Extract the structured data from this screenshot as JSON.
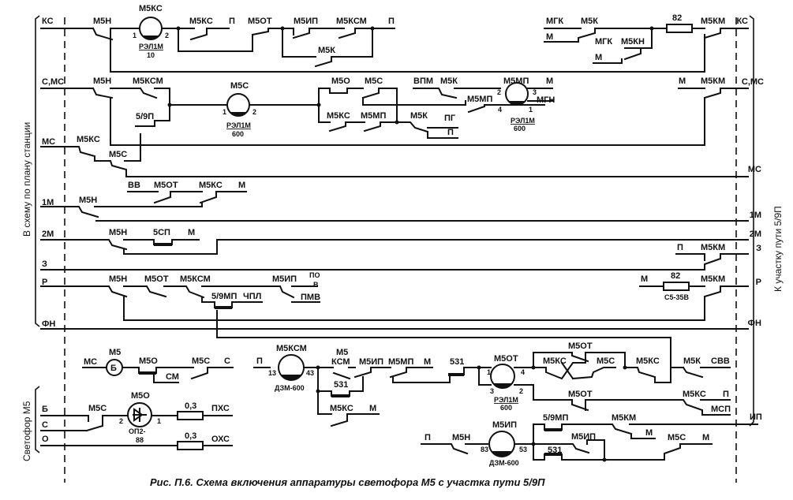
{
  "caption": "Рис. П.6. Схема включения аппаратуры светофора М5 с участка пути 5/9П",
  "side_left": "В схему по плану станции",
  "side_right": "К участку пути 5/9П",
  "side_signal": "Светофор М5",
  "buses_left": [
    "КС",
    "С,МС",
    "МС",
    "1М",
    "2М",
    "З",
    "Р",
    "ФН"
  ],
  "buses_right": [
    "КС",
    "С,МС",
    "МС",
    "1М",
    "2М",
    "З",
    "Р",
    "ФН"
  ],
  "signal_wires": [
    "Б",
    "С",
    "О"
  ],
  "ip_label": "ИП",
  "row1": {
    "m5h": "М5Н",
    "coil": "М5КС",
    "pin1": "1",
    "pin2": "2",
    "type": "РЭЛ1М",
    "res": "10",
    "m5ks": "М5КС",
    "p1": "П",
    "m5ot": "М5ОТ",
    "m5ip": "М5ИП",
    "m5ksm": "М5КСМ",
    "p2": "П",
    "m5k": "М5К",
    "mgk1": "МГК",
    "m1": "М",
    "m5k2": "М5К",
    "mgk2": "МГК",
    "m2": "М",
    "m5kn": "М5КН",
    "r82": "82",
    "m5km": "М5КМ"
  },
  "row2": {
    "m5h": "М5Н",
    "m5ksm": "М5КСМ",
    "p59": "5/9П",
    "coil": "М5С",
    "pin1": "1",
    "pin2": "2",
    "type": "РЭЛ1М",
    "res": "600",
    "m5o": "М5О",
    "m5s": "М5С",
    "m5ks": "М5КС",
    "m5mp": "М5МП",
    "vpm": "ВПМ",
    "m5k": "М5К",
    "m5mp2": "М5МП",
    "m5k2": "М5К",
    "pg": "ПГ",
    "p": "П",
    "coil2": "М5МП",
    "c2": "2",
    "c3": "3",
    "c4": "4",
    "c1": "1",
    "m": "М",
    "mgn": "МГН",
    "type2": "РЭЛ1М",
    "res2": "600",
    "m_r": "М",
    "m5km": "М5КМ"
  },
  "row3": {
    "m5ks": "М5КС",
    "m5s": "М5С"
  },
  "row4": {
    "vv": "ВВ",
    "m5ot": "М5ОТ",
    "m5ks": "М5КС",
    "m": "М",
    "m5h": "М5Н"
  },
  "row5": {
    "m5h": "М5Н",
    "csp": "5СП",
    "m": "М"
  },
  "row6": {
    "p": "П",
    "m5km": "М5КМ"
  },
  "row7": {
    "m5h": "М5Н",
    "m5ot": "М5ОТ",
    "m5ksm": "М5КСМ",
    "mp59": "5/9МП",
    "chpl": "ЧПЛ",
    "m5ip": "М5ИП",
    "pov": "ПО",
    "v": "В",
    "pmv": "ПМВ",
    "m": "М",
    "r82": "82",
    "rtype": "С5-35В",
    "m5km": "М5КМ"
  },
  "lamp": {
    "ms": "МС",
    "m5": "М5",
    "b": "Б",
    "m5o": "М5О",
    "sm": "СМ",
    "m5s": "М5С",
    "c": "С"
  },
  "signal": {
    "m5s": "М5С",
    "m5o": "М5О",
    "p2": "2",
    "p1": "1",
    "type": "ОП2-",
    "type2": "88",
    "f1": "0,3",
    "pxc": "ПХС",
    "f2": "0,3",
    "oxc": "ОХС"
  },
  "ksm": {
    "p": "П",
    "coil": "М5КСМ",
    "p13": "13",
    "p43": "43",
    "type": "ДЗМ-600",
    "m5": "М5",
    "ksm": "КСМ",
    "m5ip": "М5ИП",
    "m5mp": "М5МП",
    "m": "М",
    "c531a": "531",
    "c531b": "531",
    "m5ks": "М5КС",
    "m2": "М"
  },
  "ot": {
    "coil": "М5ОТ",
    "p1": "1",
    "p4": "4",
    "p3": "3",
    "p2": "2",
    "type": "РЭЛ1М",
    "res": "600",
    "m5ot_top": "М5ОТ",
    "m5ks": "М5КС",
    "m5s": "М5С",
    "m5ks2": "М5КС",
    "m5k": "М5К",
    "svv": "СВВ",
    "m5ot2": "М5ОТ",
    "m5ks3": "М5КС",
    "p": "П",
    "msp": "МСП"
  },
  "ipcoil": {
    "p": "П",
    "m5h": "М5Н",
    "coil": "М5ИП",
    "p83": "83",
    "p53": "53",
    "type": "ДЗМ-600",
    "mp59": "5/9МП",
    "m5km": "М5КМ",
    "m": "М",
    "m5ip": "М5ИП",
    "c531": "531",
    "m5s": "М5С",
    "m2": "М"
  }
}
